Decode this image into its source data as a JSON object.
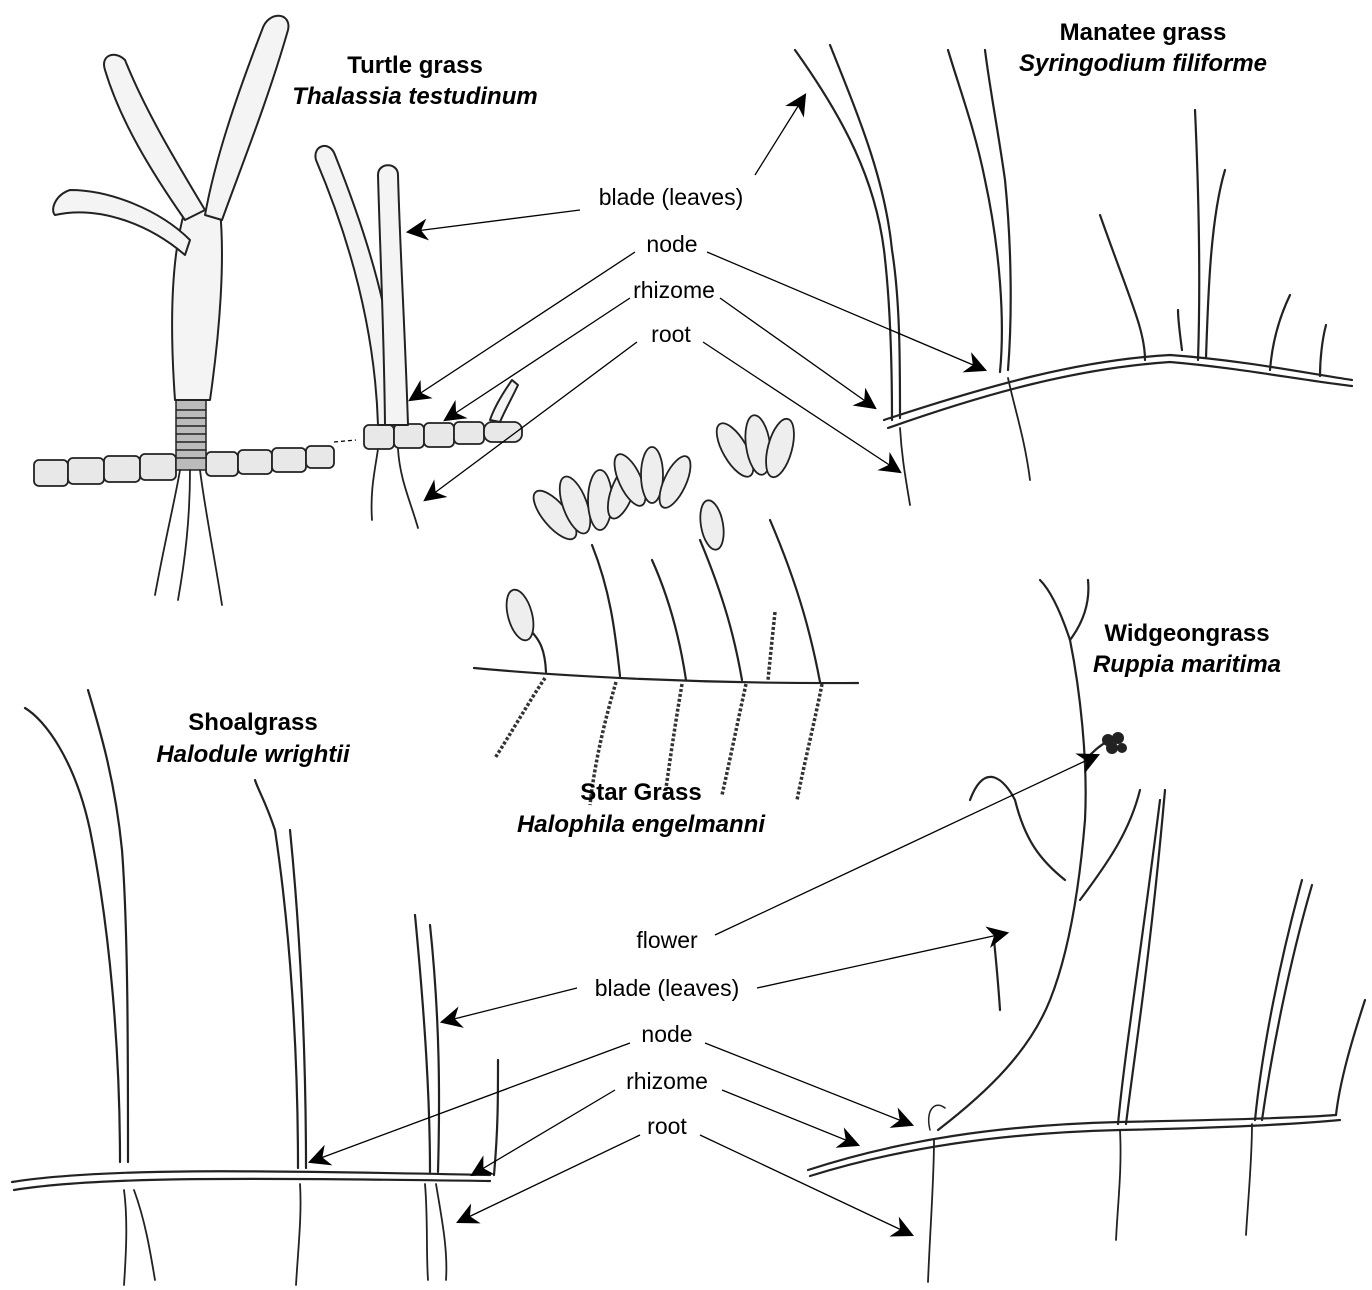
{
  "species": {
    "turtle": {
      "common": "Turtle grass",
      "scientific": "Thalassia testudinum"
    },
    "manatee": {
      "common": "Manatee grass",
      "scientific": "Syringodium filiforme"
    },
    "star": {
      "common": "Star Grass",
      "scientific": "Halophila engelmanni"
    },
    "shoal": {
      "common": "Shoalgrass",
      "scientific": "Halodule wrightii"
    },
    "widgeon": {
      "common": "Widgeongrass",
      "scientific": "Ruppia maritima"
    }
  },
  "top_labels": {
    "blade": "blade (leaves)",
    "node": "node",
    "rhizome": "rhizome",
    "root": "root"
  },
  "bottom_labels": {
    "flower": "flower",
    "blade": "blade (leaves)",
    "node": "node",
    "rhizome": "rhizome",
    "root": "root"
  }
}
